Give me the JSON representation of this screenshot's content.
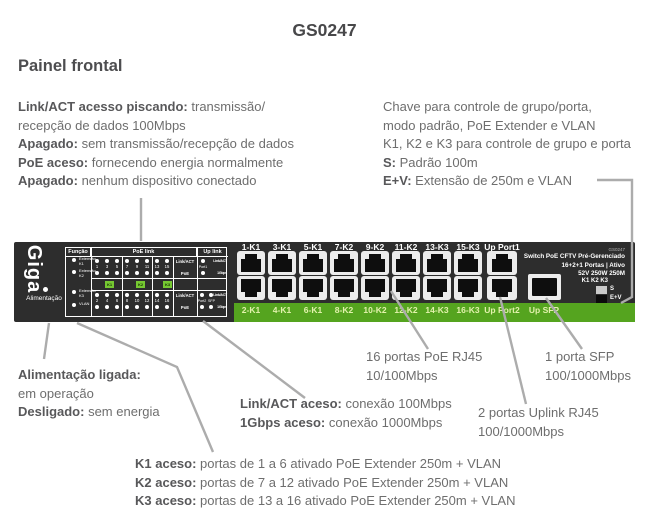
{
  "page": {
    "title": "GS0247",
    "heading": "Painel frontal"
  },
  "colors": {
    "panel_bg": "#2d2d2d",
    "accent_green": "#55a41f",
    "k_square_green": "#76c832",
    "callout_gray": "#acacac"
  },
  "annotations": {
    "led_behavior": [
      {
        "b": "Link/ACT acesso piscando:",
        "t": " transmissão/"
      },
      {
        "b": "",
        "t": "recepção de dados 100Mbps"
      },
      {
        "b": "Apagado:",
        "t": " sem transmissão/recepção de dados"
      },
      {
        "b": "PoE aceso:",
        "t": " fornecendo energia normalmente"
      },
      {
        "b": "Apagado:",
        "t": " nenhum dispositivo conectado"
      }
    ],
    "switch_info": [
      {
        "b": "",
        "t": "Chave para controle de grupo/porta,"
      },
      {
        "b": "",
        "t": "modo padrão, PoE Extender e VLAN"
      },
      {
        "b": "",
        "t": "K1, K2 e K3 para controle de grupo e porta"
      },
      {
        "b": "S:",
        "t": " Padrão 100m"
      },
      {
        "b": "E+V:",
        "t": " Extensão de 250m e VLAN"
      }
    ],
    "power": [
      {
        "b": "Alimentação ligada:",
        "t": ""
      },
      {
        "b": "",
        "t": "em operação"
      },
      {
        "b": "Desligado:",
        "t": " sem energia"
      }
    ],
    "poe_ports": [
      {
        "b": "",
        "t": "16 portas PoE RJ45"
      },
      {
        "b": "",
        "t": "10/100Mbps"
      }
    ],
    "uplink_leds": [
      {
        "b": "Link/ACT aceso:",
        "t": " conexão 100Mbps"
      },
      {
        "b": "1Gbps aceso:",
        "t": " conexão 1000Mbps"
      }
    ],
    "uplink_ports": [
      {
        "b": "",
        "t": "2 portas Uplink RJ45"
      },
      {
        "b": "",
        "t": "100/1000Mbps"
      }
    ],
    "sfp_port": [
      {
        "b": "",
        "t": "1 porta SFP"
      },
      {
        "b": "",
        "t": "100/1000Mbps"
      }
    ],
    "k_groups": [
      {
        "b": "K1 aceso:",
        "t": " portas de 1 a 6 ativado PoE Extender 250m + VLAN"
      },
      {
        "b": "K2 aceso:",
        "t": " portas de 7 a 12 ativado PoE Extender 250m + VLAN"
      },
      {
        "b": "K3 aceso:",
        "t": " portas de 13 a 16 ativado PoE Extender 250m + VLAN"
      }
    ]
  },
  "panel": {
    "brand": "Giga",
    "power_label": "Alimentação",
    "sections": {
      "funcao": "Função",
      "poe_link": "PoE link",
      "uplink": "Up link"
    },
    "funcao_leds": [
      {
        "label": "Extensão",
        "sub": "K1"
      },
      {
        "label": "Extensão",
        "sub": "K2"
      },
      {
        "label": "Extensão",
        "sub": "K3"
      },
      {
        "label": "VLAN",
        "sub": ""
      }
    ],
    "poe_grid": {
      "row_labels_top": [
        "Link/ACT",
        "PoE"
      ],
      "row_labels_bottom": [
        "Link/ACT",
        "PoE"
      ],
      "odd_ports": [
        "1",
        "3",
        "5",
        "7",
        "9",
        "11",
        "13",
        "15"
      ],
      "even_ports": [
        "2",
        "4",
        "6",
        "8",
        "10",
        "12",
        "14",
        "16"
      ],
      "k_squares": [
        "K1",
        "K2",
        "K3"
      ]
    },
    "uplink_box": {
      "top_port": "Port1",
      "bottom_ports": [
        "Port2",
        "SFP"
      ],
      "led_labels": [
        "Link/ACT",
        "1Gbps"
      ]
    },
    "ports_top": [
      "1-K1",
      "3-K1",
      "5-K1",
      "7-K2",
      "9-K2",
      "11-K2",
      "13-K3",
      "15-K3"
    ],
    "ports_bottom": [
      "2-K1",
      "4-K1",
      "6-K1",
      "8-K2",
      "10-K2",
      "12-K2",
      "14-K3",
      "16-K3"
    ],
    "uplink_top_label": "Up Port1",
    "uplink_bottom_label": "Up Port2",
    "sfp_label": "Up SFP",
    "info": [
      "GS0247",
      "Switch PoE CFTV Pré-Gerenciado",
      "16+2+1 Portas | Ativo",
      "52V 250W 250M"
    ],
    "dip": {
      "title": "K1 K2 K3",
      "positions": [
        {
          "label": "S"
        },
        {
          "label": "E+V"
        }
      ]
    }
  }
}
